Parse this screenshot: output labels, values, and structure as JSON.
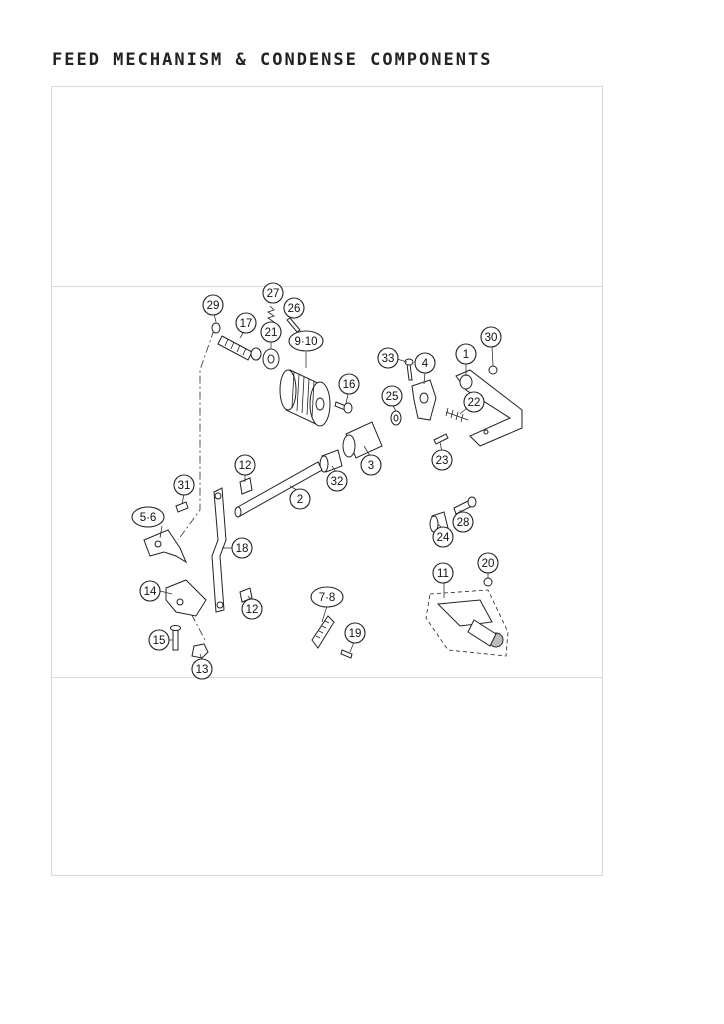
{
  "page": {
    "title": "FEED MECHANISM & CONDENSE COMPONENTS"
  },
  "callouts": [
    {
      "id": "c29",
      "label": "29"
    },
    {
      "id": "c27",
      "label": "27"
    },
    {
      "id": "c26",
      "label": "26"
    },
    {
      "id": "c17",
      "label": "17"
    },
    {
      "id": "c21",
      "label": "21"
    },
    {
      "id": "c9-10",
      "label": "9·10"
    },
    {
      "id": "c16",
      "label": "16"
    },
    {
      "id": "c33",
      "label": "33"
    },
    {
      "id": "c4",
      "label": "4"
    },
    {
      "id": "c1",
      "label": "1"
    },
    {
      "id": "c30",
      "label": "30"
    },
    {
      "id": "c25",
      "label": "25"
    },
    {
      "id": "c22",
      "label": "22"
    },
    {
      "id": "c23",
      "label": "23"
    },
    {
      "id": "c3",
      "label": "3"
    },
    {
      "id": "c32",
      "label": "32"
    },
    {
      "id": "c12a",
      "label": "12"
    },
    {
      "id": "c2",
      "label": "2"
    },
    {
      "id": "c31",
      "label": "31"
    },
    {
      "id": "c5-6",
      "label": "5·6"
    },
    {
      "id": "c18",
      "label": "18"
    },
    {
      "id": "c28",
      "label": "28"
    },
    {
      "id": "c24",
      "label": "24"
    },
    {
      "id": "c20",
      "label": "20"
    },
    {
      "id": "c11",
      "label": "11"
    },
    {
      "id": "c14",
      "label": "14"
    },
    {
      "id": "c12b",
      "label": "12"
    },
    {
      "id": "c7-8",
      "label": "7·8"
    },
    {
      "id": "c19",
      "label": "19"
    },
    {
      "id": "c15",
      "label": "15"
    },
    {
      "id": "c13",
      "label": "13"
    }
  ]
}
